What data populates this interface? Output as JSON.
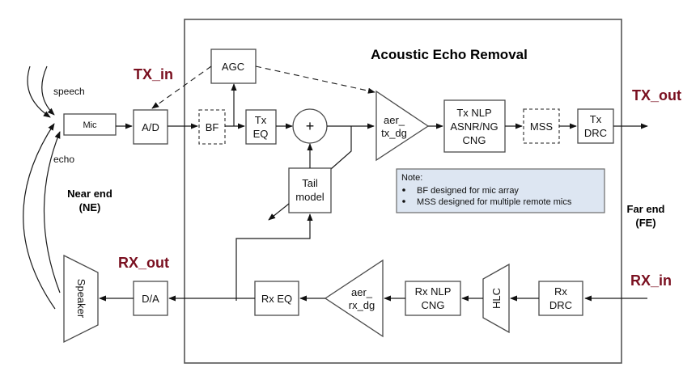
{
  "title": "Acoustic Echo Removal",
  "ports": {
    "tx_in": "TX_in",
    "tx_out": "TX_out",
    "rx_in": "RX_in",
    "rx_out": "RX_out"
  },
  "ends": {
    "near_line1": "Near end",
    "near_line2": "(NE)",
    "far_line1": "Far end",
    "far_line2": "(FE)"
  },
  "acoustic": {
    "speech": "speech",
    "echo": "echo"
  },
  "blocks": {
    "mic": "Mic",
    "ad": "A/D",
    "bf": "BF",
    "agc": "AGC",
    "tx_eq_1": "Tx",
    "tx_eq_2": "EQ",
    "sum": "+",
    "tail_1": "Tail",
    "tail_2": "model",
    "aer_tx_1": "aer_",
    "aer_tx_2": "tx_dg",
    "tx_nlp_1": "Tx NLP",
    "tx_nlp_2": "ASNR/NG",
    "tx_nlp_3": "CNG",
    "mss": "MSS",
    "tx_drc_1": "Tx",
    "tx_drc_2": "DRC",
    "rx_drc_1": "Rx",
    "rx_drc_2": "DRC",
    "hlc": "HLC",
    "rx_nlp_1": "Rx NLP",
    "rx_nlp_2": "CNG",
    "aer_rx_1": "aer_",
    "aer_rx_2": "rx_dg",
    "rx_eq": "Rx EQ",
    "da": "D/A",
    "speaker": "Speaker"
  },
  "note": {
    "heading": "Note:",
    "items": [
      "BF designed for mic array",
      "MSS designed for multiple remote mics"
    ]
  },
  "colors": {
    "port_label": "#7a1020",
    "note_fill": "#dde6f2"
  }
}
